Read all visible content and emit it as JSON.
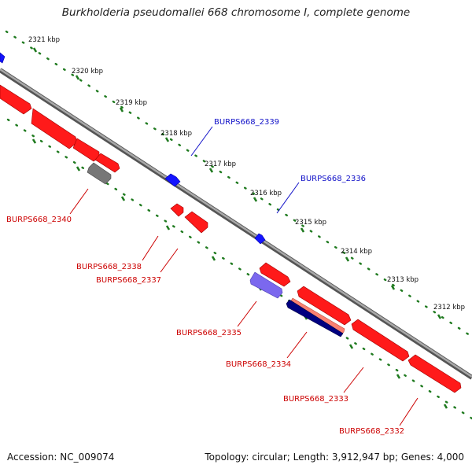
{
  "title": "Burkholderia pseudomallei 668 chromosome I, complete genome",
  "footer": {
    "accession": "Accession: NC_009074",
    "summary": "Topology: circular; Length: 3,912,947 bp; Genes: 4,000"
  },
  "scale_labels": [
    "2321 kbp",
    "2320 kbp",
    "2319 kbp",
    "2318 kbp",
    "2317 kbp",
    "2316 kbp",
    "2315 kbp",
    "2314 kbp",
    "2313 kbp",
    "2312 kbp"
  ],
  "gene_labels": {
    "forward": [
      "BURPS668_2339",
      "BURPS668_2336"
    ],
    "reverse": [
      "BURPS668_2340",
      "BURPS668_2338",
      "BURPS668_2337",
      "BURPS668_2335",
      "BURPS668_2334",
      "BURPS668_2333",
      "BURPS668_2332"
    ]
  },
  "colors": {
    "backbone": "#8a8a8a",
    "tick_dots": "#1f7a1f",
    "forward_gene": "#1414ff",
    "reverse_gene": "#ff1a1a",
    "pseudo_gene": "#777777",
    "rna_gene": "#7b68ee",
    "navy_gene": "#000080",
    "salmon_gene": "#fa8072",
    "forward_label": "#1010c8",
    "reverse_label": "#cc0000"
  }
}
